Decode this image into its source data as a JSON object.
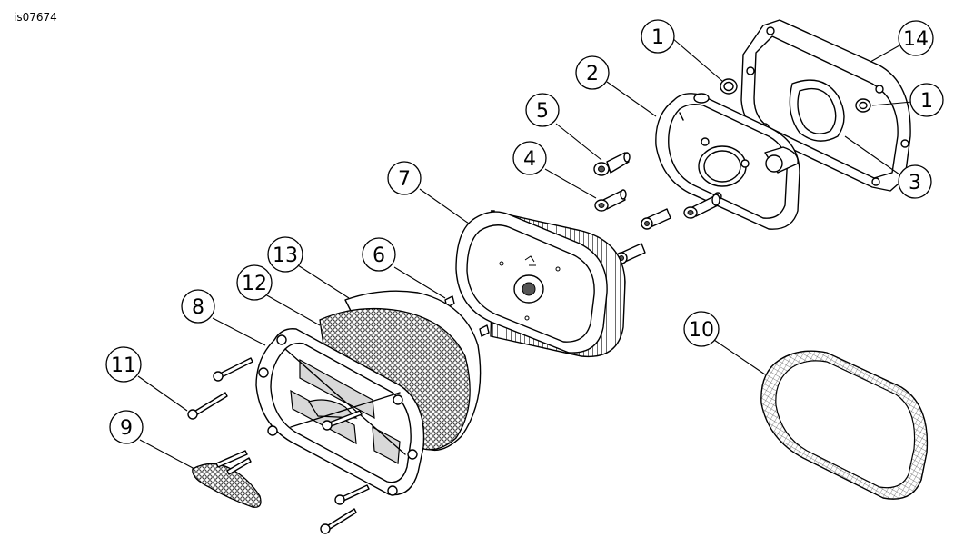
{
  "figure_id": "is07674",
  "callouts": [
    {
      "part": "air-cleaner-gasket-1a",
      "label": "1"
    },
    {
      "part": "backplate",
      "label": "2"
    },
    {
      "part": "backplate-gasket",
      "label": "3"
    },
    {
      "part": "breather-bolt",
      "label": "4"
    },
    {
      "part": "flange-bolt",
      "label": "5"
    },
    {
      "part": "screw",
      "label": "6"
    },
    {
      "part": "air-filter-element",
      "label": "7"
    },
    {
      "part": "cover-bracket",
      "label": "8"
    },
    {
      "part": "insert",
      "label": "9"
    },
    {
      "part": "filter-screen",
      "label": "10"
    },
    {
      "part": "long-screw",
      "label": "11"
    },
    {
      "part": "mesh-element",
      "label": "12"
    },
    {
      "part": "filter-housing",
      "label": "13"
    },
    {
      "part": "mounting-plate",
      "label": "14"
    },
    {
      "part": "air-cleaner-gasket-1b",
      "label": "1"
    }
  ]
}
